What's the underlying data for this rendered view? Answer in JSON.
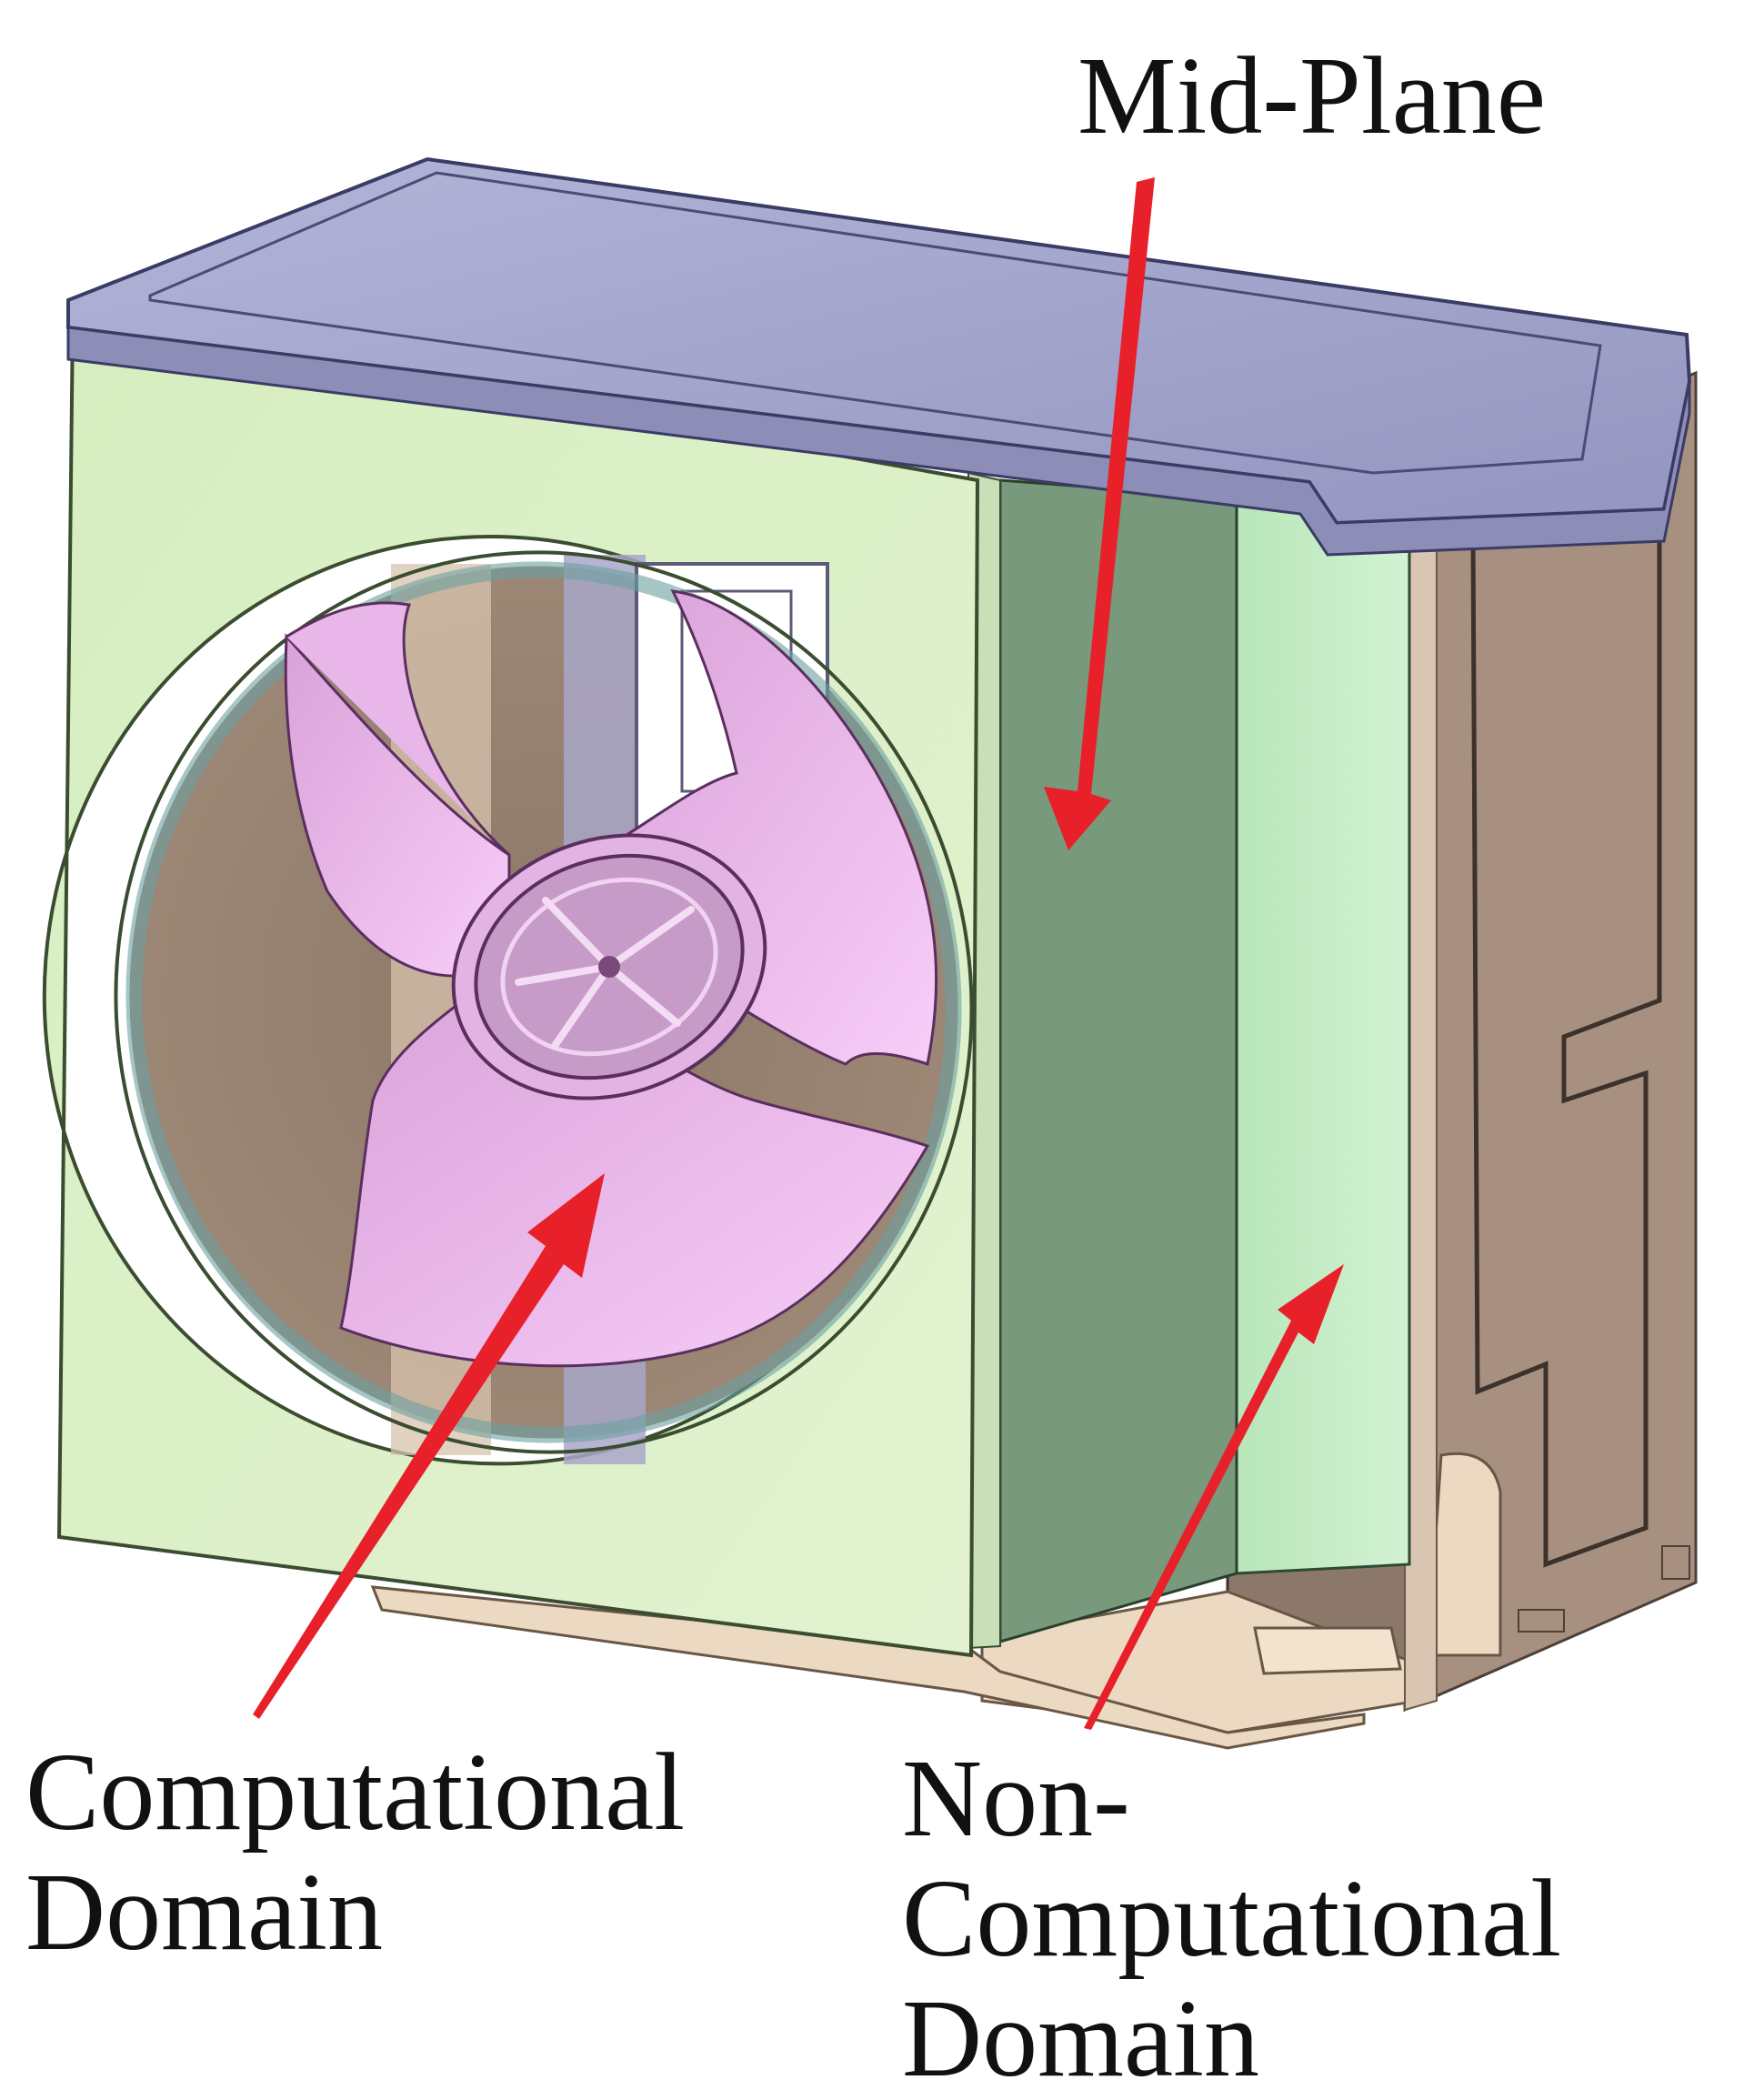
{
  "labels": {
    "mid_plane": "Mid-Plane",
    "computational": [
      "Computational",
      "Domain"
    ],
    "non_computational": [
      "Non-Computational",
      "Domain"
    ]
  },
  "colors": {
    "top_cover": "#a4a6cc",
    "front_panel": "#dcefc6",
    "mid_plane": "#7a9a7c",
    "non_comp_panel": "#c4ebc6",
    "casing_side": "#a89080",
    "base": "#ecd8c0",
    "fan_blade": "#f0bdf0",
    "arrow": "#e8202a"
  }
}
